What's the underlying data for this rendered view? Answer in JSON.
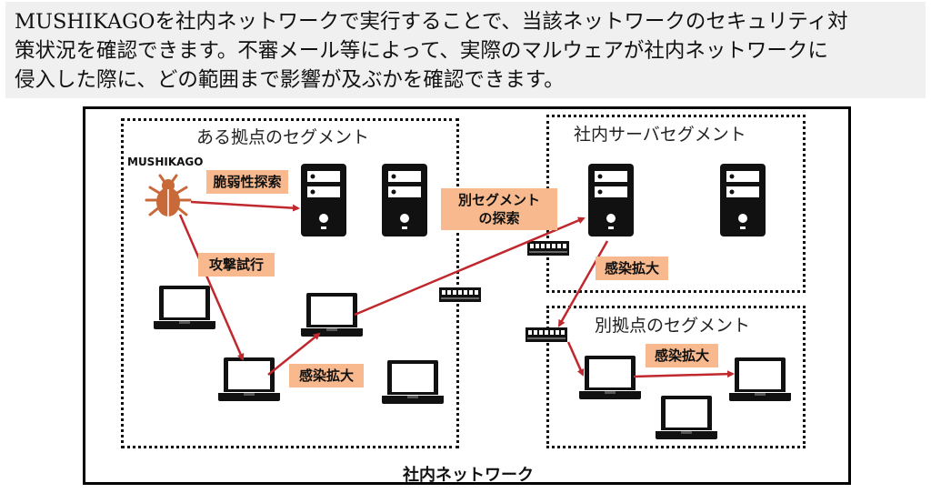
{
  "intro": {
    "lines": [
      "MUSHIKAGOを社内ネットワークで実行することで、当該ネットワークのセキュリティ対",
      "策状況を確認できます。不審メール等によって、実際のマルウェアが社内ネットワークに",
      "侵入した際に、どの範囲まで影響が及ぶかを確認できます。"
    ]
  },
  "diagram": {
    "network_title": "社内ネットワーク",
    "segments": {
      "base": "ある拠点のセグメント",
      "server": "社内サーバセグメント",
      "other_base": "別拠点のセグメント"
    },
    "malware_name": "MUSHIKAGO",
    "labels": {
      "vuln_scan": "脆弱性探索",
      "attack": "攻撃試行",
      "spread_1": "感染拡大",
      "other_seg_line1": "別セグメント",
      "other_seg_line2": "の探索",
      "spread_2": "感染拡大",
      "spread_3": "感染拡大"
    },
    "colors": {
      "arrow": "#c0282d",
      "label_bg": "#f7b98d",
      "bug": "#c8693a",
      "device": "#111111"
    }
  }
}
